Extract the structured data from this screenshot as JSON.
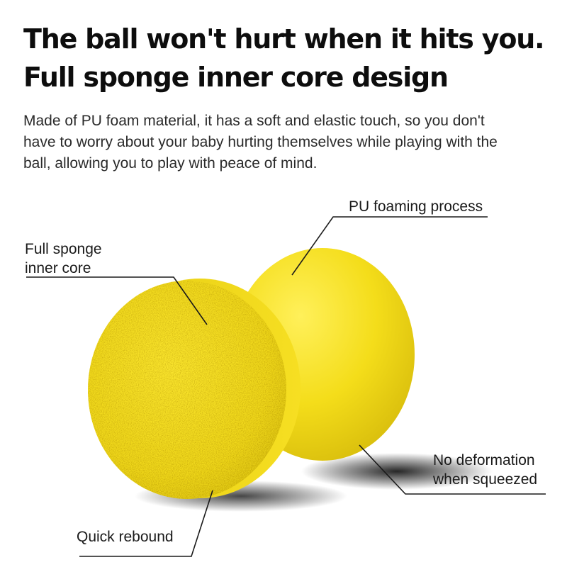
{
  "headline": {
    "line1": "The ball won't hurt when it hits you.",
    "line2": "Full sponge inner core design"
  },
  "description": {
    "line1": "Made of PU foam material, it has a soft and elastic touch, so you don't",
    "line2": "have to worry about your baby hurting themselves while playing with the",
    "line3": "ball, allowing you to play with peace of mind."
  },
  "callouts": {
    "foaming": {
      "text": "PU foaming process"
    },
    "core": {
      "line1": "Full sponge",
      "line2": "inner core"
    },
    "deformation": {
      "line1": "No deformation",
      "line2": "when squeezed"
    },
    "rebound": {
      "text": "Quick rebound"
    }
  },
  "colors": {
    "ball_yellow": "#f2dc1c",
    "ball_shadow": "#d9be10",
    "text": "#111111"
  }
}
